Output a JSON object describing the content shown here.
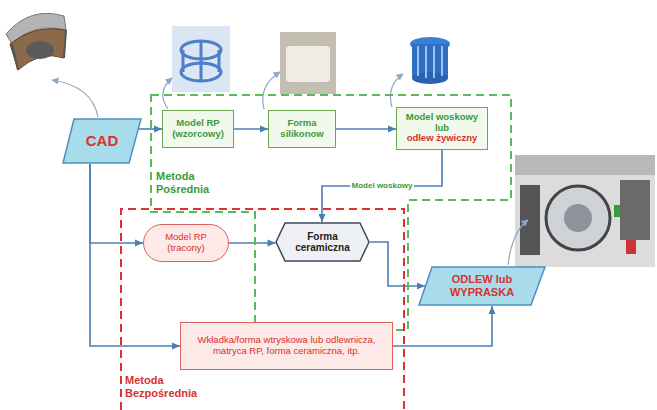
{
  "diagram": {
    "nodes": [
      {
        "text": [
          "CAD"
        ]
      },
      {
        "text": [
          "Metoda Pośrednia"
        ]
      },
      {
        "text": [
          "Model RP (wzorcowy)"
        ],
        "in": 1
      },
      {
        "text": [
          "Forma silikonow"
        ],
        "in": 1
      },
      {
        "text": [
          "Model woskowy lub",
          "odlew żywiczny"
        ],
        "in": 1
      },
      {
        "text": [
          "Metoda Bezpośrednia"
        ]
      },
      {
        "text": [
          "Model RP (tracony)"
        ],
        "in": 5
      },
      {
        "text": [
          "Forma ceramiczna"
        ],
        "in": 5
      },
      {
        "text": [
          "ODLEW lub WYPRASKA"
        ]
      },
      {
        "text": [
          "Wkładka/forma wtryskowa lub odlewnicza, matryca RP, forma ceramiczna, itp."
        ],
        "in": 5
      }
    ],
    "edges": [
      {
        "from": 0,
        "to": 2,
        "arrow": "to"
      },
      {
        "from": 2,
        "to": 3,
        "arrow": "to"
      },
      {
        "from": 3,
        "to": 4,
        "arrow": "to"
      },
      {
        "from": 4,
        "to": 7,
        "label": "Model woskowy",
        "arrow": "to"
      },
      {
        "from": 0,
        "to": 6,
        "arrow": "to"
      },
      {
        "from": 6,
        "to": 7,
        "arrow": "to"
      },
      {
        "from": 7,
        "to": 8,
        "arrow": "to"
      },
      {
        "from": 0,
        "to": 9,
        "arrow": "to"
      },
      {
        "from": 9,
        "to": 8,
        "arrow": "to"
      }
    ]
  }
}
